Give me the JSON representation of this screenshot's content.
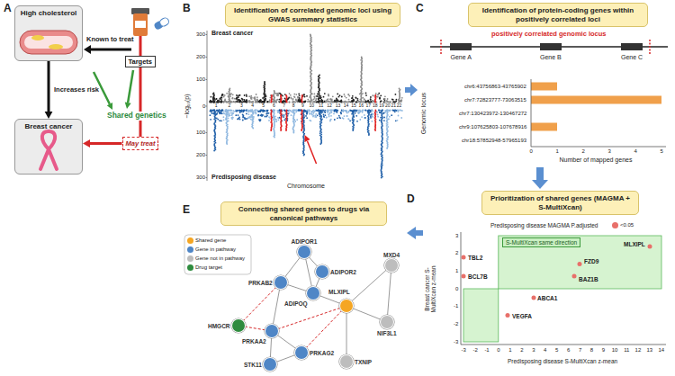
{
  "diagram": {
    "nodes": [
      {
        "text": [
          "High cholesterol"
        ]
      },
      {
        "text": [
          "Breast cancer"
        ]
      },
      {
        "text": [
          "Targets"
        ]
      },
      {
        "text": [
          "May treat"
        ]
      },
      {
        "text": [
          "Identification of correlated genomic loci using GWAS summary statistics"
        ]
      },
      {
        "text": [
          "Identification of protein-coding genes within positively correlated loci"
        ]
      },
      {
        "text": [
          "Prioritization of shared genes (MAGMA + S-MultiXcan)"
        ]
      },
      {
        "text": [
          "Connecting shared genes to drugs via canonical pathways"
        ]
      },
      {
        "text": [
          "S-MultiXcan same direction"
        ]
      },
      {
        "text": [
          "ADIPOR1"
        ]
      },
      {
        "text": [
          "PRKAB2"
        ]
      },
      {
        "text": [
          "ADIPOR2"
        ]
      },
      {
        "text": [
          "ADIPOQ"
        ]
      },
      {
        "text": [
          "MLXIPL"
        ]
      },
      {
        "text": [
          "MXD4"
        ]
      },
      {
        "text": [
          "NIF3L1"
        ]
      },
      {
        "text": [
          "HMGCR"
        ]
      },
      {
        "text": [
          "PRKAA2"
        ]
      },
      {
        "text": [
          "PRKAG2"
        ]
      },
      {
        "text": [
          "STK11"
        ]
      },
      {
        "text": [
          "TXNIP"
        ]
      }
    ],
    "edges": [
      {
        "from": 0,
        "to": 1,
        "arrow": "to",
        "label": "Increases risk"
      },
      {
        "from": 3,
        "to": 1,
        "arrow": "to"
      },
      {
        "from": 9,
        "to": 11,
        "arrow": "none"
      },
      {
        "from": 9,
        "to": 10,
        "arrow": "none"
      },
      {
        "from": 9,
        "to": 12,
        "arrow": "none"
      },
      {
        "from": 11,
        "to": 12,
        "arrow": "none"
      },
      {
        "from": 10,
        "to": 12,
        "arrow": "none"
      },
      {
        "from": 12,
        "to": 13,
        "arrow": "none"
      },
      {
        "from": 13,
        "to": 14,
        "arrow": "none"
      },
      {
        "from": 13,
        "to": 15,
        "arrow": "none"
      },
      {
        "from": 14,
        "to": 15,
        "arrow": "none"
      },
      {
        "from": 13,
        "to": 20,
        "arrow": "none"
      },
      {
        "from": 10,
        "to": 17,
        "arrow": "none"
      },
      {
        "from": 17,
        "to": 19,
        "arrow": "none"
      },
      {
        "from": 17,
        "to": 18,
        "arrow": "none"
      },
      {
        "from": 19,
        "to": 18,
        "arrow": "none"
      },
      {
        "from": 16,
        "to": 10,
        "arrow": "none"
      },
      {
        "from": 16,
        "to": 17,
        "arrow": "none"
      },
      {
        "from": 17,
        "to": 13,
        "arrow": "none"
      },
      {
        "from": 18,
        "to": 13,
        "arrow": "none"
      }
    ],
    "labels": [
      "A",
      "B",
      "C",
      "D",
      "E",
      "Known to treat",
      "Shared genetics",
      "Breast cancer",
      "Predisposing disease",
      "−log₁₀(p)",
      "300",
      "200",
      "100",
      "0",
      "100",
      "200",
      "300",
      "1",
      "2",
      "3",
      "4",
      "5",
      "6",
      "7",
      "8",
      "9",
      "10",
      "11",
      "12",
      "13",
      "14",
      "15",
      "16",
      "17",
      "18",
      "19",
      "20",
      "21",
      "22",
      "Chromosome",
      "positively correlated genomic locus",
      "Gene A",
      "Gene B",
      "Gene C",
      "Genomic locus",
      "chr6:43756863-43765902",
      "chr7:72823777-73063515",
      "chr7:130423972-130467272",
      "chr9:107625803-107678916",
      "chr18:57852948-57965193",
      "0",
      "1",
      "2",
      "3",
      "4",
      "5",
      "Number of mapped genes",
      "Predisposing disease MAGMA P.adjusted",
      "Breast cancer S-MultiXcan z-mean",
      "3",
      "2",
      "1",
      "0",
      "-1",
      "-2",
      "-3",
      "-3",
      "-2",
      "-1",
      "0",
      "1",
      "2",
      "3",
      "4",
      "5",
      "6",
      "7",
      "8",
      "9",
      "10",
      "11",
      "12",
      "13",
      "14",
      "Predisposing disease S-MultiXcan z-mean",
      "TBL2",
      "BCL7B",
      "FZD9",
      "BAZ1B",
      "MLXIPL",
      "ABCA1",
      "VEGFA"
    ],
    "legend": [
      {
        "text": "<0.05",
        "color": "#e8706a"
      },
      {
        "text": "Shared gene",
        "color": "#f5a623"
      },
      {
        "text": "Gene in pathway",
        "color": "#4f86c6"
      },
      {
        "text": "Gene not in pathway",
        "color": "#bdbdbd"
      },
      {
        "text": "Drug target",
        "color": "#2e8b3e"
      }
    ]
  }
}
